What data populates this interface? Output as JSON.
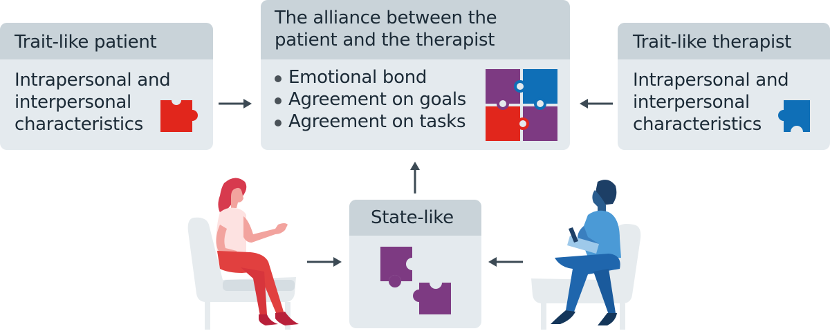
{
  "alliance": {
    "title_line1": "The alliance between the",
    "title_line2": "patient and the therapist",
    "bullets": [
      "Emotional bond",
      "Agreement on goals",
      "Agreement on tasks"
    ]
  },
  "patient": {
    "title": "Trait-like patient",
    "lines": [
      "Intrapersonal and",
      "interpersonal",
      "characteristics"
    ]
  },
  "therapist": {
    "title": "Trait-like therapist",
    "lines": [
      "Intrapersonal and",
      "interpersonal",
      "characteristics"
    ]
  },
  "state": {
    "title": "State-like"
  },
  "colors": {
    "puzzle_red": "#e1261c",
    "puzzle_blue": "#0f6fb7",
    "puzzle_purple": "#7d3a82",
    "arrow": "#3c4a54",
    "box_bg": "#e4eaee",
    "box_header": "#c9d3d9"
  }
}
